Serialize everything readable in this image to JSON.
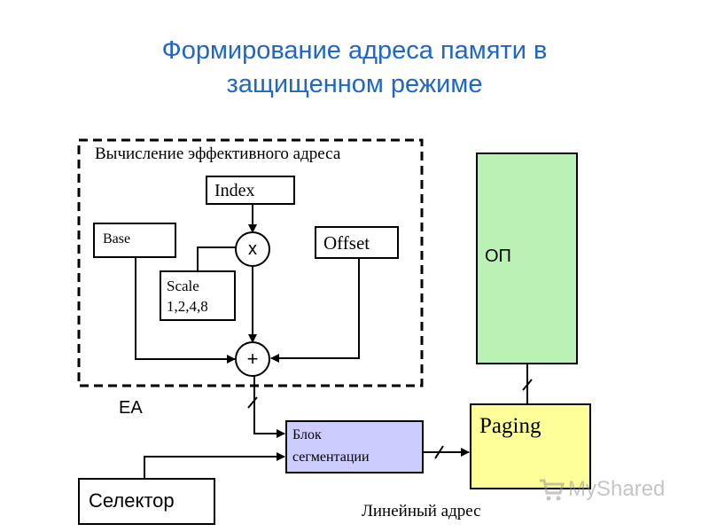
{
  "title": {
    "line1": "Формирование адреса памяти в",
    "line2": "защищенном режиме"
  },
  "diagram": {
    "ea_region_label": "Вычисление эффективного адреса",
    "index": "Index",
    "base": "Base",
    "multiply": "x",
    "offset": "Offset",
    "scale_line1": "Scale",
    "scale_line2": "1,2,4,8",
    "add": "+",
    "ea": "EA",
    "seg_line1": "Блок",
    "seg_line2": "сегментации",
    "selector": "Селектор",
    "op": "ОП",
    "paging": "Paging",
    "linear_address": "Линейный адрес"
  },
  "colors": {
    "title": "#1f66c9",
    "segmentation_fill": "#ccccff",
    "op_fill": "#b9f2b4",
    "paging_fill": "#ffff99"
  },
  "watermark": {
    "text": "MyShared"
  }
}
